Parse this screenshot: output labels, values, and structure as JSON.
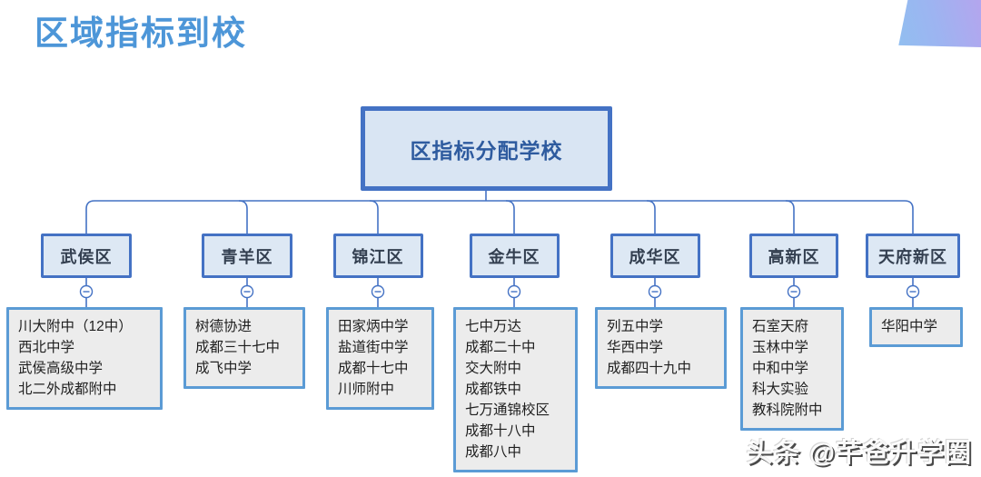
{
  "title": "区域指标到校",
  "root": {
    "label": "区指标分配学校"
  },
  "districts": [
    {
      "name": "武侯区",
      "schools": [
        "川大附中（12中）",
        "西北中学",
        "武侯高级中学",
        "北二外成都附中"
      ]
    },
    {
      "name": "青羊区",
      "schools": [
        "树德协进",
        "成都三十七中",
        "成飞中学"
      ]
    },
    {
      "name": "锦江区",
      "schools": [
        "田家炳中学",
        "盐道街中学",
        "成都十七中",
        "川师附中"
      ]
    },
    {
      "name": "金牛区",
      "schools": [
        "七中万达",
        "成都二十中",
        "交大附中",
        "成都铁中",
        "七万通锦校区",
        "成都十八中",
        "成都八中"
      ]
    },
    {
      "name": "成华区",
      "schools": [
        "列五中学",
        "华西中学",
        "成都四十九中"
      ]
    },
    {
      "name": "高新区",
      "schools": [
        "石室天府",
        "玉林中学",
        "中和中学",
        "科大实验",
        "教科院附中"
      ]
    },
    {
      "name": "天府新区",
      "schools": [
        "华阳中学"
      ]
    }
  ],
  "icons": {
    "collapse": "minus-icon",
    "collapse_glyph": "−"
  },
  "watermark": "头条 @芊爸升学圈",
  "colors": {
    "title_blue": "#4d96d8",
    "node_border": "#4472c4",
    "node_fill": "#dde8f4",
    "root_fill": "#d9e5f3",
    "root_text": "#2e5b9f",
    "list_border": "#5b9bd5",
    "list_fill": "#ececec",
    "connector": "#4472c4",
    "deco_gradient_from": "#8cc3f0",
    "deco_gradient_to": "#b4a5ee"
  }
}
